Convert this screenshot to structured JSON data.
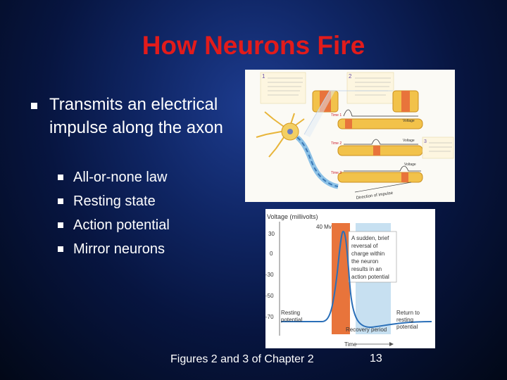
{
  "slide": {
    "title": "How Neurons Fire",
    "main_bullet": "Transmits an electrical impulse along the axon",
    "sub_bullets": [
      "All-or-none law",
      "Resting state",
      "Action potential",
      "Mirror neurons"
    ],
    "caption": "Figures 2 and 3 of Chapter 2",
    "page_number": "13"
  },
  "figure_neuron": {
    "step1": "1",
    "step2": "2",
    "step3": "3",
    "label_voltage": "Voltage",
    "label_time1": "Time 1",
    "label_time2": "Time 2",
    "label_time3": "Time 3",
    "label_direction": "Direction of impulse"
  },
  "figure_potential": {
    "ylabel": "Voltage (millivolts)",
    "peak_label": "40 Mv",
    "yticks": [
      "30",
      "0",
      "-30",
      "-50",
      "-70"
    ],
    "callout": [
      "A sudden, brief",
      "reversal of",
      "charge within",
      "the neuron",
      "results in an",
      "action potential"
    ],
    "resting_label": [
      "Resting",
      "potential"
    ],
    "return_label": [
      "Return to",
      "resting",
      "potential"
    ],
    "recovery_label": "Recovery period",
    "xlabel": "Time",
    "colors": {
      "trace": "#2a6fb8",
      "spike_band": "#e8743b",
      "recovery_band": "#c7e0f1"
    }
  }
}
